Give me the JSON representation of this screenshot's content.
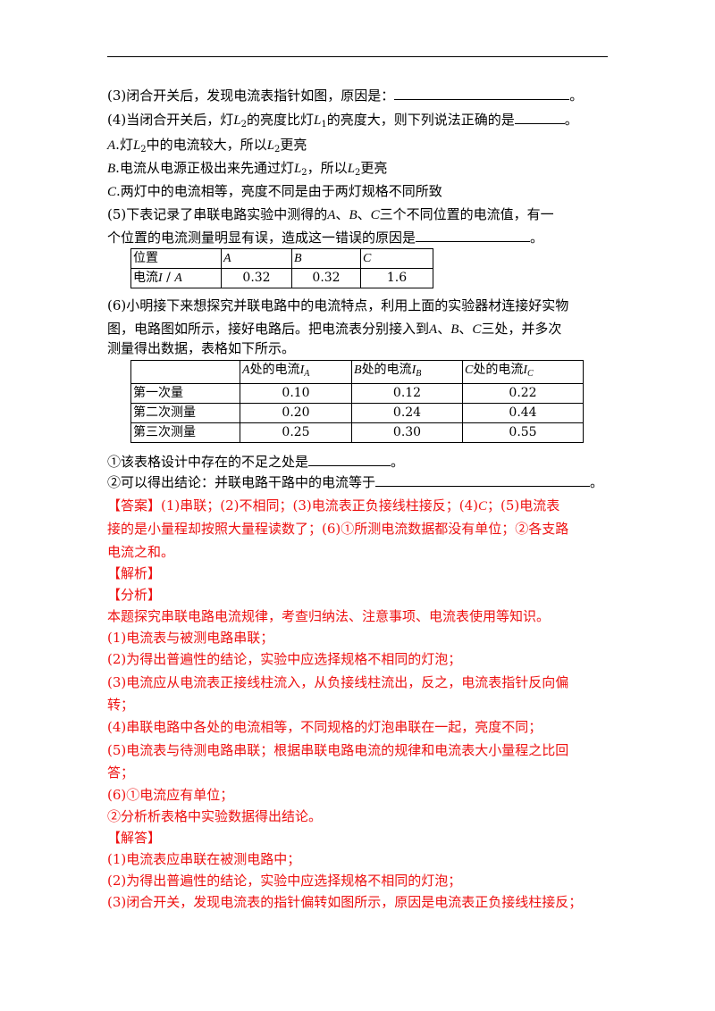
{
  "q3": {
    "text": "(3)闭合开关后，发现电流表指针如图，原因是：",
    "end": "。"
  },
  "q4": {
    "t1": "(4)当闭合开关后，灯",
    "L": "L",
    "s2": "2",
    "t2": "的亮度比灯",
    "s1": "1",
    "t3": "的亮度大，则下列说法正确的是",
    "end": "。"
  },
  "optA": {
    "label": "A",
    "t1": ".灯",
    "t2": "中的电流较大，所以",
    "t3": "更亮"
  },
  "optB": {
    "label": "B",
    "t1": ".电流从电源正极出来先通过灯",
    "t2": "，所以",
    "t3": "更亮"
  },
  "optC": {
    "label": "C",
    "t1": ".两灯中的电流相等，亮度不同是由于两灯规格不同所致"
  },
  "q5": {
    "l1a": "(5)下表记录了串联电路实验中测得的",
    "A": "A",
    "sep": "、",
    "B": "B",
    "C": "C",
    "l1b": "三个不同位置的电流值，有一",
    "l2": "个位置的电流测量明显有误，造成这一错误的原因是",
    "end": "。"
  },
  "table1": {
    "h0": "位置",
    "hA": "A",
    "hB": "B",
    "hC": "C",
    "r0": "电流",
    "rI": "I",
    "rSlash": " / ",
    "rA": "A",
    "v1": "0.32",
    "v2": "0.32",
    "v3": "1.6"
  },
  "q6": {
    "l1": "(6)小明接下来想探究并联电路中的电流特点，利用上面的实验器材连接好实物",
    "l2": "图，电路图如所示，接好电路后。把电流表分别接入到",
    "A": "A",
    "sep": "、",
    "B": "B",
    "C": "C",
    "l3a": "三处，并多次",
    "l4": "测量得出数据，表格如下所示。"
  },
  "table2": {
    "hdr": [
      {
        "p": "A",
        "t": "处的电流",
        "I": "I",
        "s": "A"
      },
      {
        "p": "B",
        "t": "处的电流",
        "I": "I",
        "s": "B"
      },
      {
        "p": "C",
        "t": "处的电流",
        "I": "I",
        "s": "C"
      }
    ],
    "rows": [
      {
        "label": "第一次量",
        "v": [
          "0.10",
          "0.12",
          "0.22"
        ]
      },
      {
        "label": "第二次测量",
        "v": [
          "0.20",
          "0.24",
          "0.44"
        ]
      },
      {
        "label": "第三次测量",
        "v": [
          "0.25",
          "0.30",
          "0.55"
        ]
      }
    ]
  },
  "q6a": {
    "text": "①该表格设计中存在的不足之处是",
    "end": "。"
  },
  "q6b": {
    "text": "②可以得出结论：并联电路干路中的电流等于",
    "end": "。"
  },
  "answer": {
    "l1a": "【答案】(1)串联；(2)不相同；(3)电流表正负接线柱接反；(4)",
    "C": "C",
    "l1b": "；(5)电流表",
    "l2": "接的是小量程却按照大量程读数了；(6)①所测电流数据都没有单位；②各支路",
    "l3": "电流之和。"
  },
  "analysis": {
    "jiexi": "【解析】",
    "fenxi": "【分析】",
    "l1": "本题探究串联电路电流规律，考查归纳法、注意事项、电流表使用等知识。",
    "l2": "(1)电流表与被测电路串联；",
    "l3": "(2)为得出普遍性的结论，实验中应选择规格不相同的灯泡；",
    "l4": "(3)电流应从电流表正接线柱流入，从负接线柱流出，反之，电流表指针反向偏",
    "l5": "转；",
    "l6": "(4)串联电路中各处的电流相等，不同规格的灯泡串联在一起，亮度不同；",
    "l7": "(5)电流表与待测电路串联；根据串联电路电流的规律和电流表大小量程之比回",
    "l8": "答；",
    "l9": "(6)①电流应有单位；",
    "l10": "②分析析表格中实验数据得出结论。"
  },
  "solution": {
    "jieda": "【解答】",
    "l1": "(1)电流表应串联在被测电路中；",
    "l2": "(2)为得出普遍性的结论，实验中应选择规格不相同的灯泡；",
    "l3": "(3)闭合开关，发现电流表的指针偏转如图所示，原因是电流表正负接线柱接反；"
  }
}
